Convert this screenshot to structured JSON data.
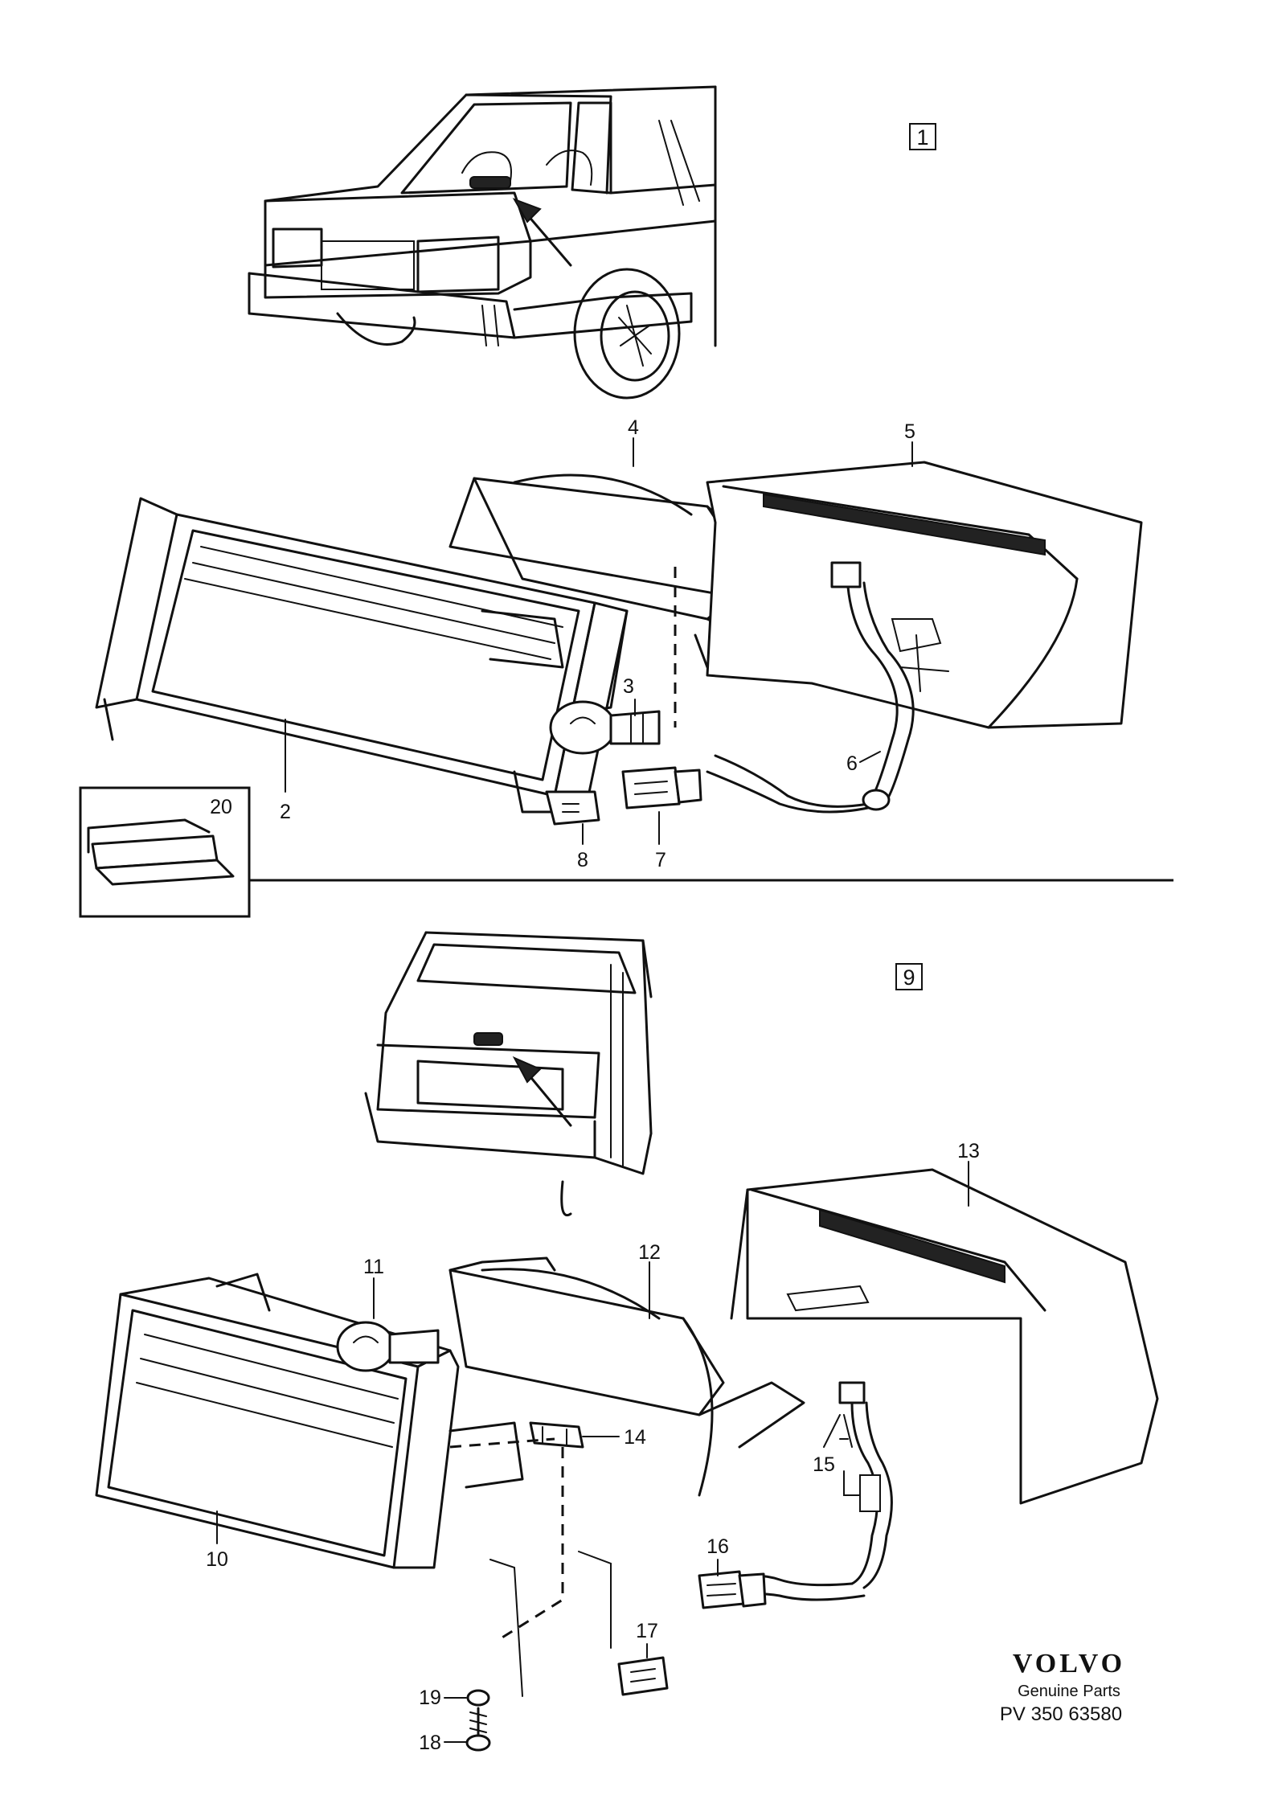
{
  "sections": {
    "sedan_box_number": "1",
    "wagon_box_number": "9",
    "inset_box_number": "20"
  },
  "callouts": {
    "c2": "2",
    "c3": "3",
    "c4": "4",
    "c5": "5",
    "c6": "6",
    "c7": "7",
    "c8": "8",
    "c10": "10",
    "c11": "11",
    "c12": "12",
    "c13": "13",
    "c14": "14",
    "c15": "15",
    "c16": "16",
    "c17": "17",
    "c18": "18",
    "c19": "19"
  },
  "brand": {
    "logo": "VOLVO",
    "tagline": "Genuine Parts",
    "reference": "PV 350 63580"
  },
  "colors": {
    "ink": "#111111",
    "paper": "#ffffff"
  }
}
